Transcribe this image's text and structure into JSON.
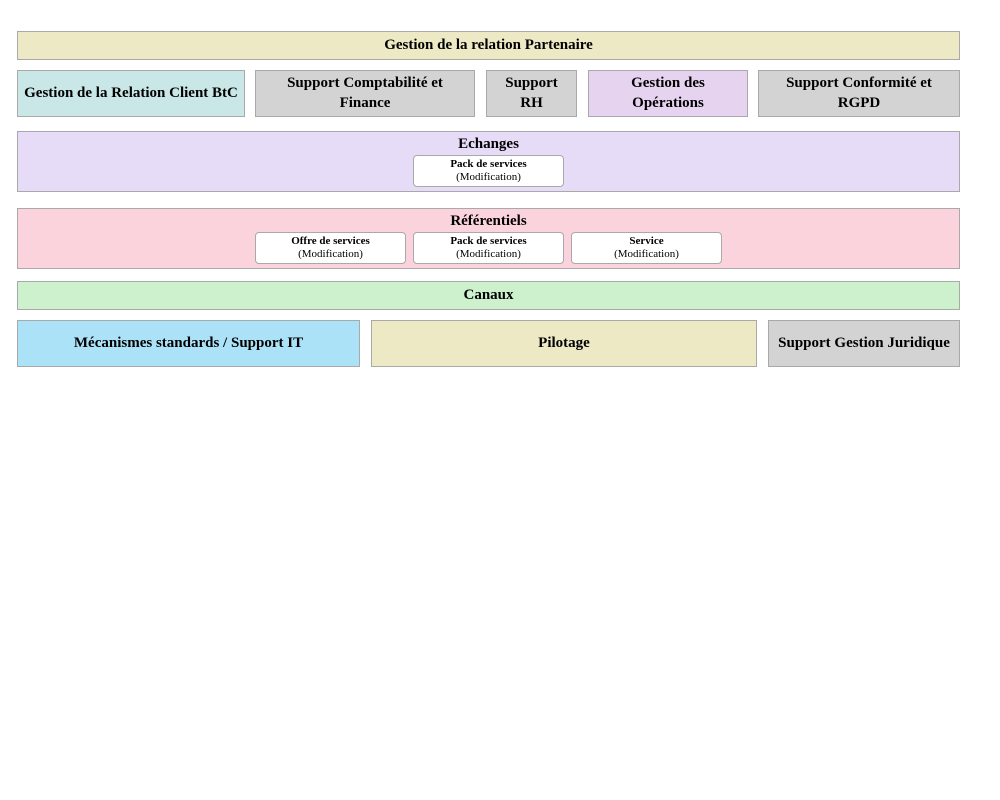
{
  "diagram": {
    "border_color": "#A9A9A9",
    "title_bar": {
      "label": "Gestion de la relation Partenaire",
      "bg": "#EDE9C5"
    },
    "capability_row": [
      {
        "label": "Gestion de la Relation Client BtC",
        "bg": "#C8E7E6"
      },
      {
        "label": "Support Comptabilité et Finance",
        "bg": "#D3D3D3"
      },
      {
        "label": "Support RH",
        "bg": "#D3D3D3"
      },
      {
        "label": "Gestion des Opérations",
        "bg": "#E5D3F0"
      },
      {
        "label": "Support Conformité et RGPD",
        "bg": "#D3D3D3"
      }
    ],
    "echanges": {
      "label": "Echanges",
      "bg": "#E7DCF7",
      "items": [
        {
          "title": "Pack de services",
          "subtitle": "(Modification)"
        }
      ]
    },
    "referentiels": {
      "label": "Référentiels",
      "bg": "#FBD3DD",
      "items": [
        {
          "title": "Offre de services",
          "subtitle": "(Modification)"
        },
        {
          "title": "Pack de services",
          "subtitle": "(Modification)"
        },
        {
          "title": "Service",
          "subtitle": "(Modification)"
        }
      ]
    },
    "canaux": {
      "label": "Canaux",
      "bg": "#CDF0CD"
    },
    "bottom_row": [
      {
        "label": "Mécanismes standards / Support IT",
        "bg": "#ACE2F8"
      },
      {
        "label": "Pilotage",
        "bg": "#EDE9C5"
      },
      {
        "label": "Support Gestion Juridique",
        "bg": "#D3D3D3"
      }
    ]
  }
}
